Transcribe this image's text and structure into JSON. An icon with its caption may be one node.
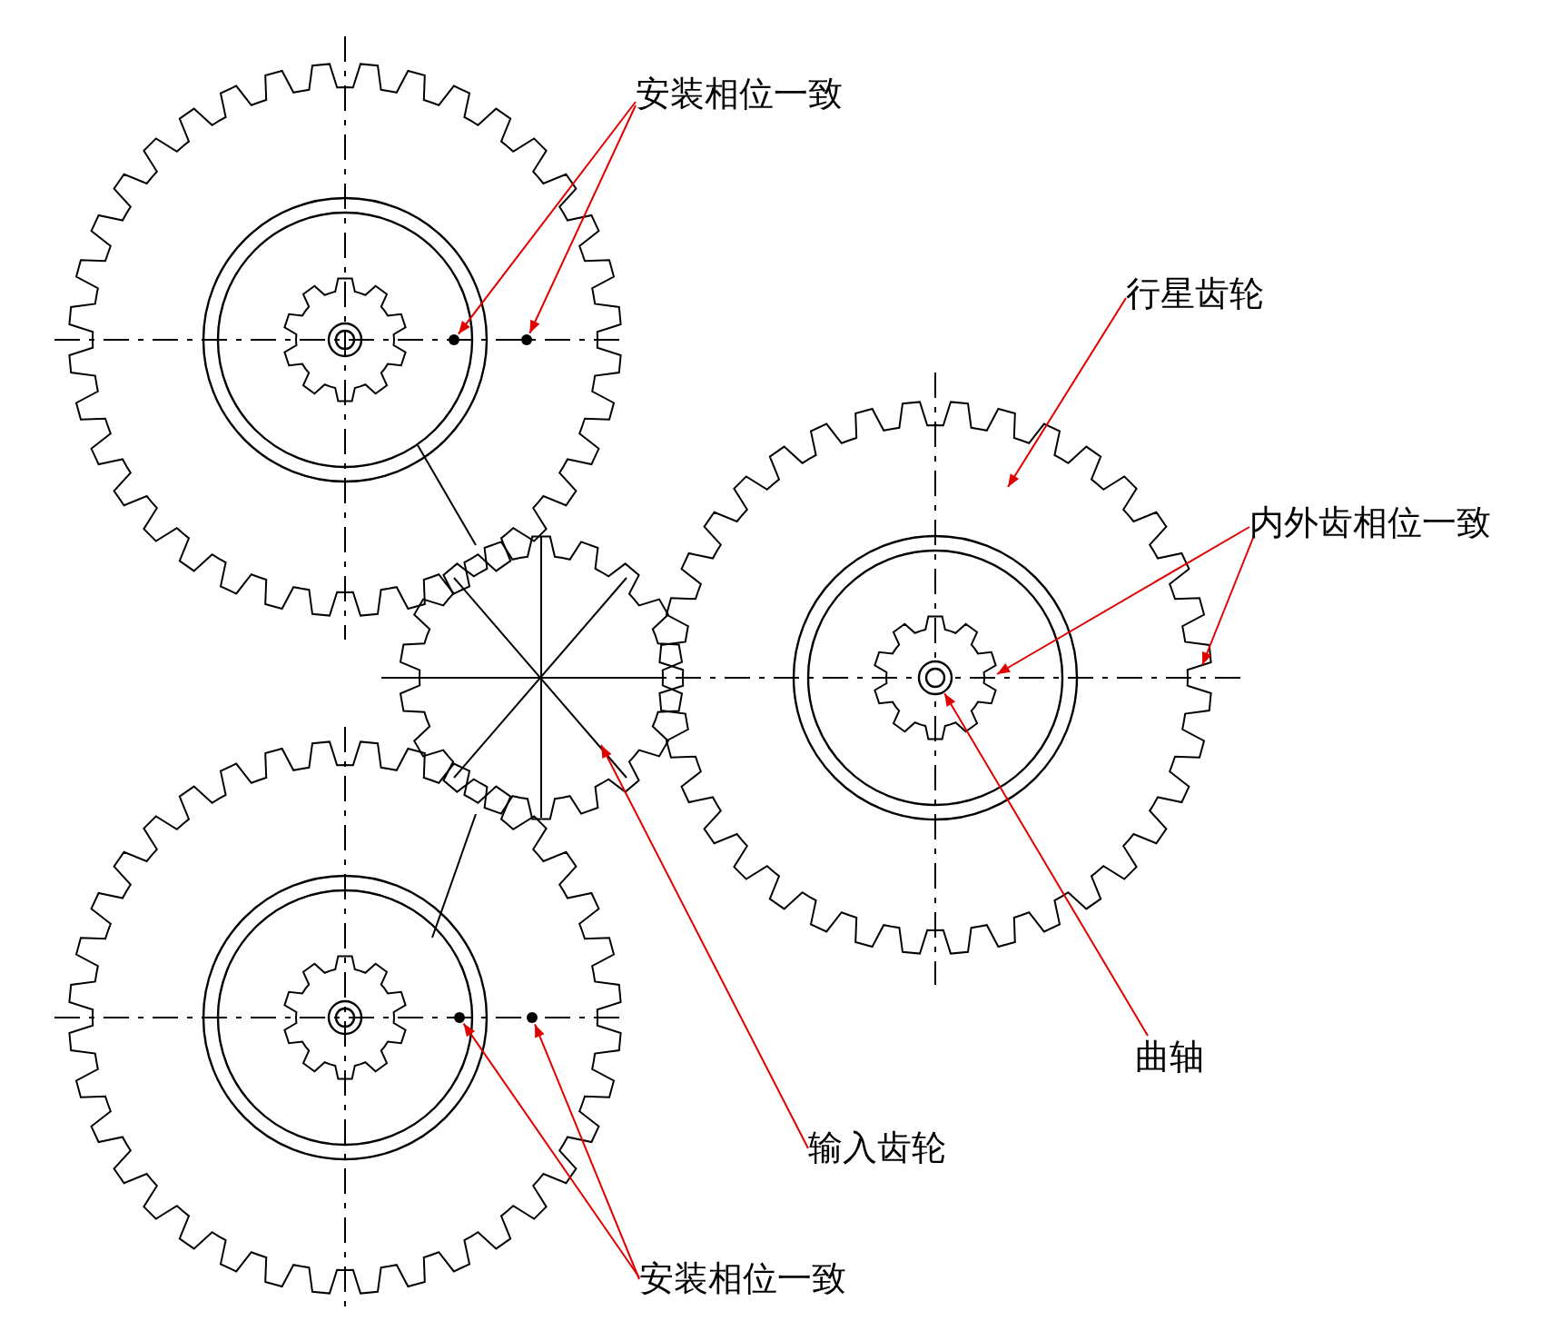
{
  "diagram": {
    "nodes": [
      {
        "text": [
          "安装相位一致"
        ]
      },
      {
        "text": [],
        "shape": "circle"
      },
      {
        "text": [],
        "shape": "circle"
      },
      {
        "text": [
          "行星齿轮"
        ]
      },
      {
        "text": [],
        "shape": "gear"
      },
      {
        "text": [
          "内外齿相位一致"
        ]
      },
      {
        "text": [],
        "shape": "gear",
        "in": 4
      },
      {
        "text": [
          "曲轴"
        ]
      },
      {
        "text": [],
        "shape": "circle",
        "in": 6
      },
      {
        "text": [
          "输入齿轮"
        ]
      },
      {
        "text": [],
        "shape": "gear"
      },
      {
        "text": [
          "安装相位一致"
        ]
      },
      {
        "text": [],
        "shape": "circle"
      },
      {
        "text": [],
        "shape": "circle"
      }
    ],
    "edges": [
      {
        "from": 0,
        "to": 1,
        "arrow": "to"
      },
      {
        "from": 0,
        "to": 2,
        "arrow": "to"
      },
      {
        "from": 3,
        "to": 4,
        "arrow": "to"
      },
      {
        "from": 5,
        "to": 6,
        "arrow": "to"
      },
      {
        "from": 5,
        "to": 4,
        "arrow": "to"
      },
      {
        "from": 7,
        "to": 8,
        "arrow": "to"
      },
      {
        "from": 9,
        "to": 10,
        "arrow": "to"
      },
      {
        "from": 11,
        "to": 12,
        "arrow": "to"
      },
      {
        "from": 11,
        "to": 13,
        "arrow": "to"
      }
    ]
  }
}
